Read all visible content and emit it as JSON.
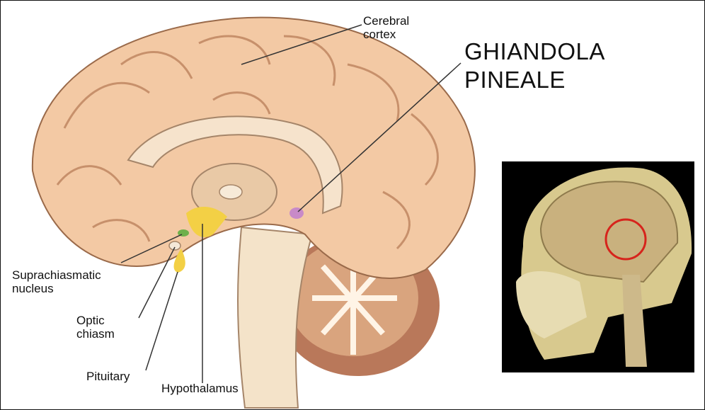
{
  "title": "GHIANDOLA\nPINEALE",
  "labels": {
    "cerebral_cortex": "Cerebral\ncortex",
    "suprachiasmatic_nucleus": "Suprachiasmatic\nnucleus",
    "optic_chiasm": "Optic\nchiasm",
    "pituitary": "Pituitary",
    "hypothalamus": "Hypothalamus"
  },
  "colors": {
    "cortex": "#f3c9a4",
    "cortex_shadow": "#d99a73",
    "corpus_callosum": "#f6e3cc",
    "hypothalamus": "#f3d045",
    "pineal": "#c88ac8",
    "cerebellum": "#c98a63",
    "photo_circle": "#d6241c"
  }
}
